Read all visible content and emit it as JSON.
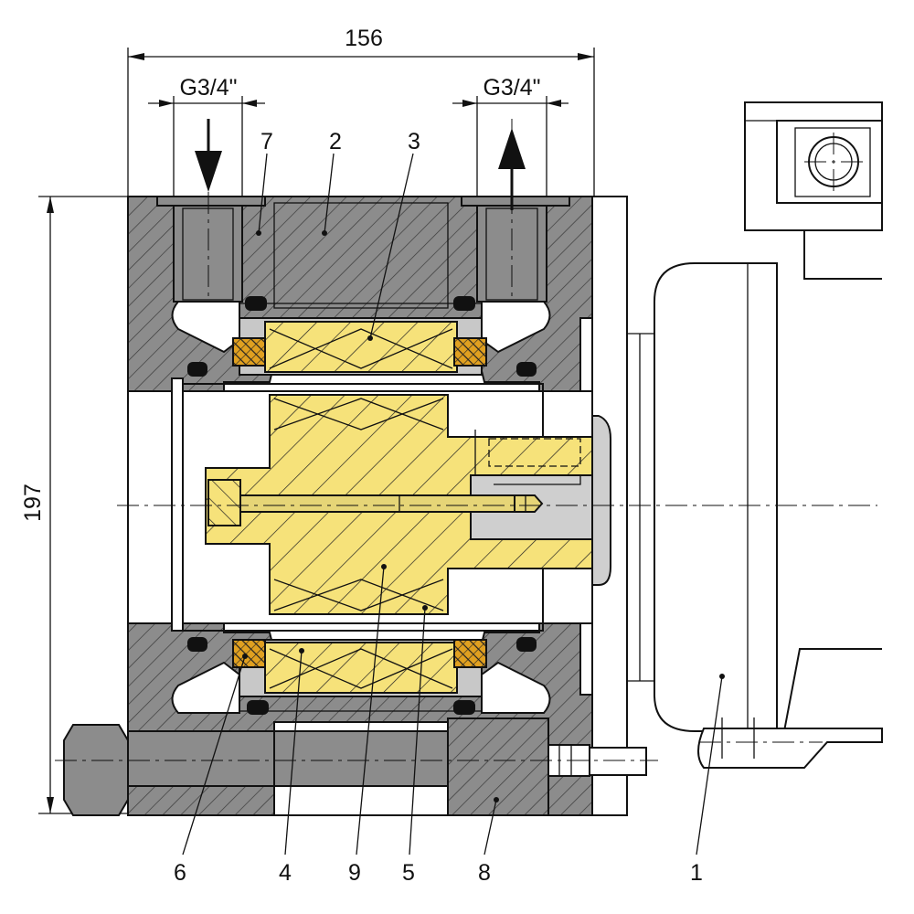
{
  "dimensions": {
    "overall_width": "156",
    "overall_height": "197",
    "port_left": "G3/4\"",
    "port_right": "G3/4\""
  },
  "callouts": {
    "top": [
      "7",
      "2",
      "3"
    ],
    "bottom": [
      "6",
      "4",
      "9",
      "5",
      "8",
      "1"
    ]
  },
  "colors": {
    "housing": "#8c8c8c",
    "brass": "#f6e27a",
    "seal": "#e0a020",
    "shaft": "#cfcfcf",
    "line": "#111111"
  },
  "icons": [
    "inlet-arrow-down-icon",
    "outlet-arrow-up-icon"
  ]
}
